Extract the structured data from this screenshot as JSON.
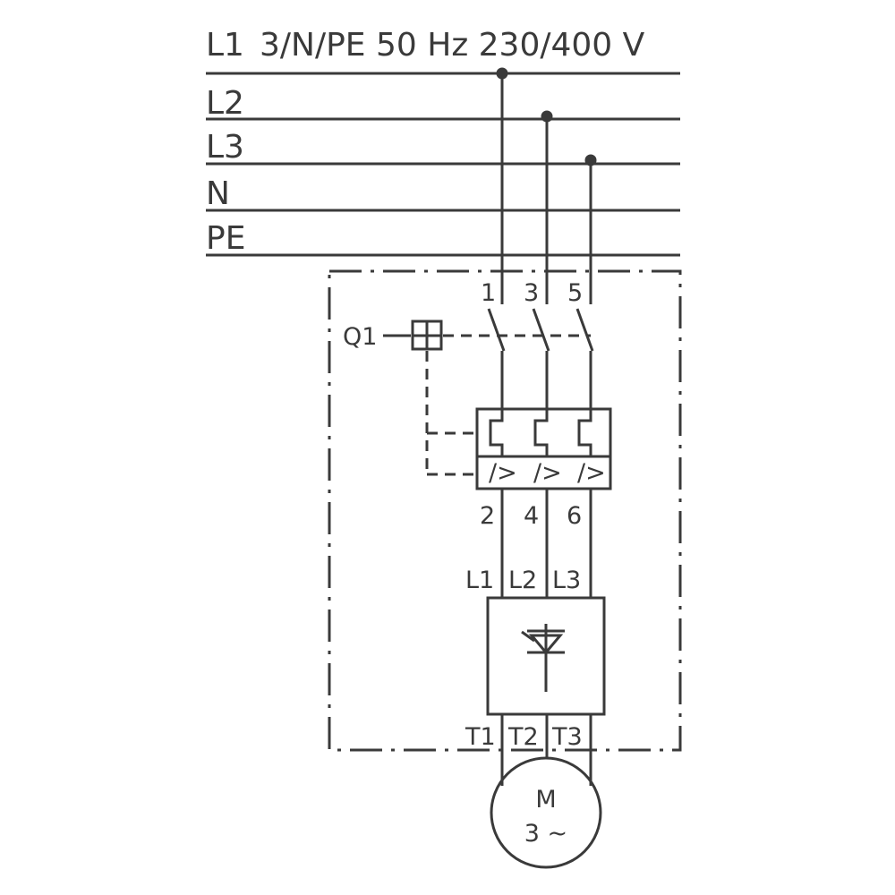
{
  "supply": {
    "l1_label": "L1",
    "spec": "3/N/PE 50 Hz 230/400 V",
    "l2_label": "L2",
    "l3_label": "L3",
    "n_label": "N",
    "pe_label": "PE"
  },
  "breaker": {
    "designation": "Q1",
    "terminals_in": [
      "1",
      "3",
      "5"
    ],
    "terminals_out": [
      "2",
      "4",
      "6"
    ],
    "overload_symbol": "/>"
  },
  "controller": {
    "inputs": [
      "L1",
      "L2",
      "L3"
    ],
    "outputs": [
      "T1",
      "T2",
      "T3"
    ]
  },
  "motor": {
    "label": "M",
    "phases": "3 ~"
  }
}
